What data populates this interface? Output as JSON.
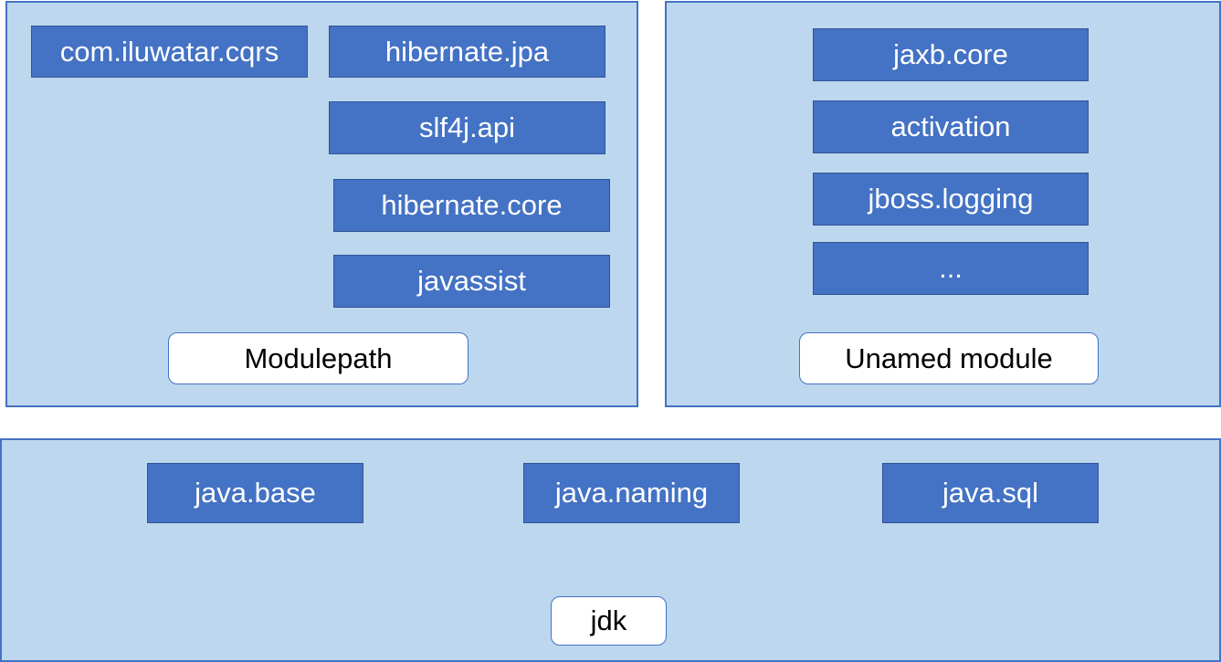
{
  "colors": {
    "panel_fill": "#bdd7ee",
    "panel_border": "#4472c4",
    "module_fill": "#4472c4",
    "module_text": "#ffffff",
    "label_fill": "#ffffff",
    "label_text": "#000000"
  },
  "modulepath": {
    "label": "Modulepath",
    "modules": [
      "com.iluwatar.cqrs",
      "hibernate.jpa",
      "slf4j.api",
      "hibernate.core",
      "javassist"
    ]
  },
  "unnamed": {
    "label": "Unamed module",
    "modules": [
      "jaxb.core",
      "activation",
      "jboss.logging",
      "..."
    ]
  },
  "jdk": {
    "label": "jdk",
    "modules": [
      "java.base",
      "java.naming",
      "java.sql"
    ]
  }
}
